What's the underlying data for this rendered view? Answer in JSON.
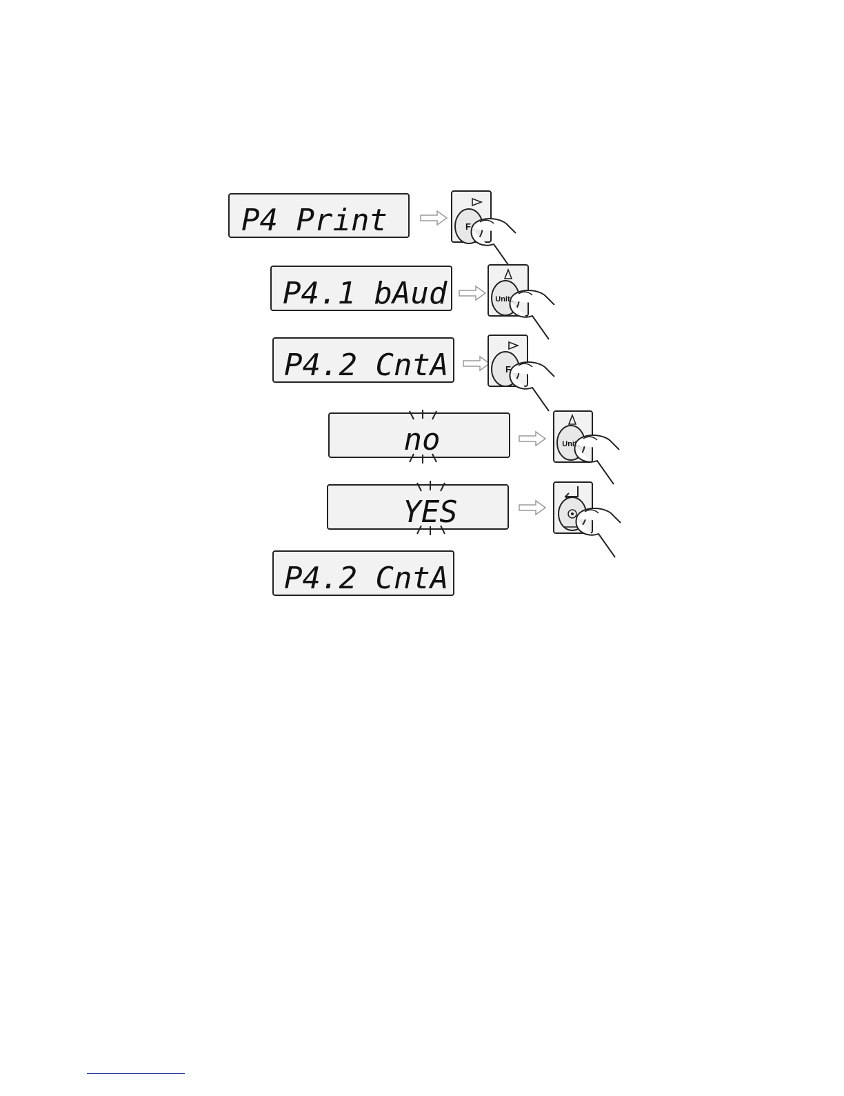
{
  "steps": [
    {
      "display": "P4 Print",
      "key": "F",
      "key_icon": "right-triangle-icon"
    },
    {
      "display": "P4.1 bAud",
      "key": "Units",
      "key_icon": "up-triangle-icon"
    },
    {
      "display": "P4.2 CntA",
      "key": "F",
      "key_icon": "right-triangle-icon"
    },
    {
      "display": "no",
      "key": "Units",
      "key_icon": "up-triangle-icon",
      "blinking": true
    },
    {
      "display": "YES",
      "key": "",
      "key_icon": "enter-icon",
      "blinking": true
    },
    {
      "display": "P4.2 CntA"
    }
  ],
  "colors": {
    "line": "#222222",
    "arrow": "#9a9a9a",
    "panel": "#f2f2f2",
    "footer_rule": "#1f3b9e"
  }
}
